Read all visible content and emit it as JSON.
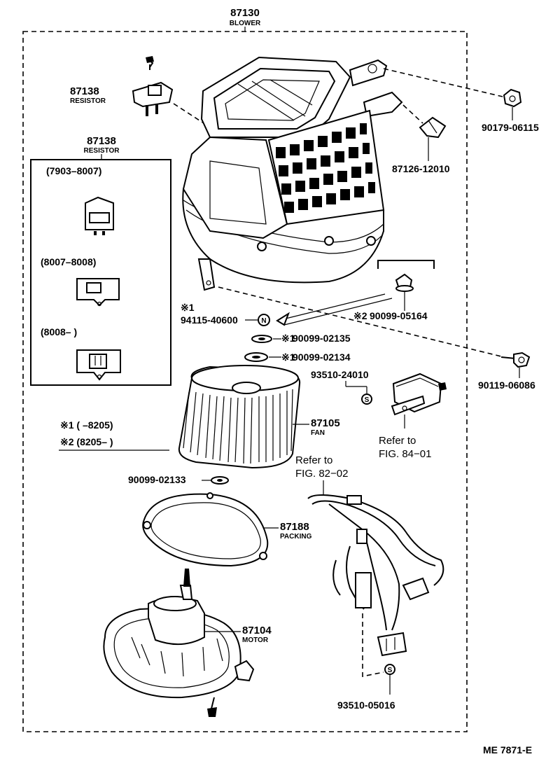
{
  "blower": {
    "part": "87130",
    "name": "BLOWER"
  },
  "resistor_top": {
    "part": "87138",
    "name": "RESISTOR"
  },
  "resistor_box": {
    "part": "87138",
    "name": "RESISTOR",
    "variants": [
      "(7903–8007)",
      "(8007–8008)",
      "(8008–          )"
    ]
  },
  "parts": {
    "nut_top": "90179-06115",
    "clip": "87126-12010",
    "bolt_n": "94115-40600",
    "bolt_n_mark": "※1",
    "nut_2": "90099-05164",
    "nut_2_mark": "※2",
    "washer_1": "90099-02135",
    "washer_1_mark": "※1",
    "washer_2": "90099-02134",
    "washer_2_mark": "※1",
    "screw_s1": "93510-24010",
    "bolt_right": "90119-06086",
    "washer_fan": "90099-02133",
    "screw_s2": "93510-05016"
  },
  "fan": {
    "part": "87105",
    "name": "FAN"
  },
  "packing": {
    "part": "87188",
    "name": "PACKING"
  },
  "motor": {
    "part": "87104",
    "name": "MOTOR"
  },
  "legend": {
    "row1": "※1 (        –8205)",
    "row2": "※2 (8205–        )"
  },
  "refer_84": {
    "line1": "Refer to",
    "line2": "FIG. 84−01"
  },
  "refer_82": {
    "line1": "Refer to",
    "line2": "FIG. 82−02"
  },
  "figure_code": "ME 7871-E",
  "marker_n": "N",
  "marker_s": "S"
}
